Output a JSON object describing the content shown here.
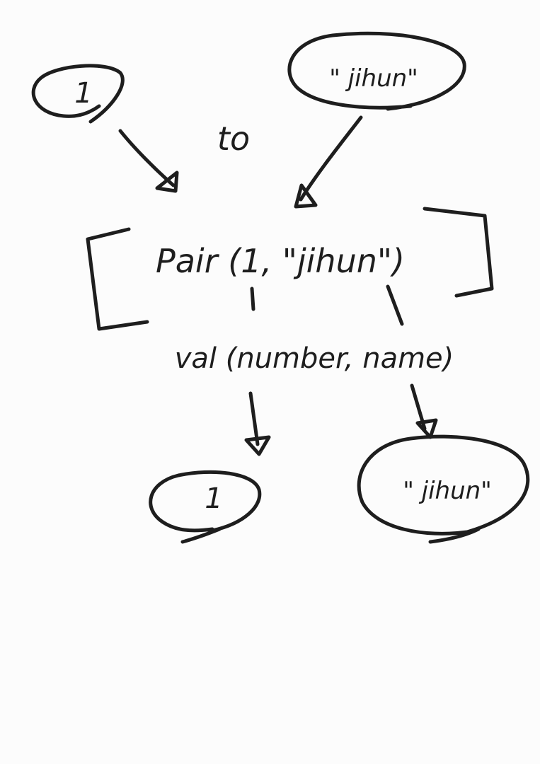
{
  "input_left": {
    "text": "1"
  },
  "input_right": {
    "text": "\" jihun\""
  },
  "infix_keyword": {
    "text": "to"
  },
  "pair_expression": {
    "text": "Pair (1, \"jihun\")"
  },
  "destructuring": {
    "text": "val (number, name)"
  },
  "output_left": {
    "text": "1"
  },
  "output_right": {
    "text": "\" jihun\""
  }
}
